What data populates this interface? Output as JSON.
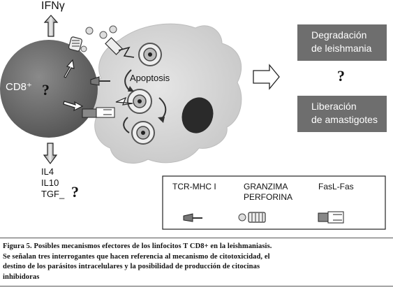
{
  "labels": {
    "ifn": "IFNγ",
    "cd8": "CD8⁺",
    "apoptosis": "Apoptosis",
    "il4": "IL4",
    "il10": "IL10",
    "tgf": "TGF_",
    "question": "?"
  },
  "boxes": {
    "degradacion": [
      "Degradación",
      "de leishmania"
    ],
    "liberacion": [
      "Liberación",
      "de amastigotes"
    ]
  },
  "legend": {
    "tcr": "TCR-MHC I",
    "granzima": [
      "GRANZIMA",
      "PERFORINA"
    ],
    "fas": "FasL-Fas"
  },
  "caption": [
    "Figura 5. Posibles mecanismos efectores de los linfocitos T CD8+ en la leishmaniasis.",
    "Se señalan tres interrogantes que hacen referencia al mecanismo de citotoxicidad, el",
    "destino de los parásitos intracelulares y la posibilidad de producción de citocinas",
    "inhibidoras"
  ],
  "colors": {
    "cd8_cell": "#6d6d6d",
    "macrophage": "#d9d9d9",
    "boxes": "#6e6e6e",
    "text": "#111111"
  },
  "icons": [
    "up-arrow-icon",
    "down-arrow-icon",
    "right-outline-arrow-icon",
    "granule-icon",
    "tcr-receptor-icon",
    "fas-receptor-icon"
  ]
}
